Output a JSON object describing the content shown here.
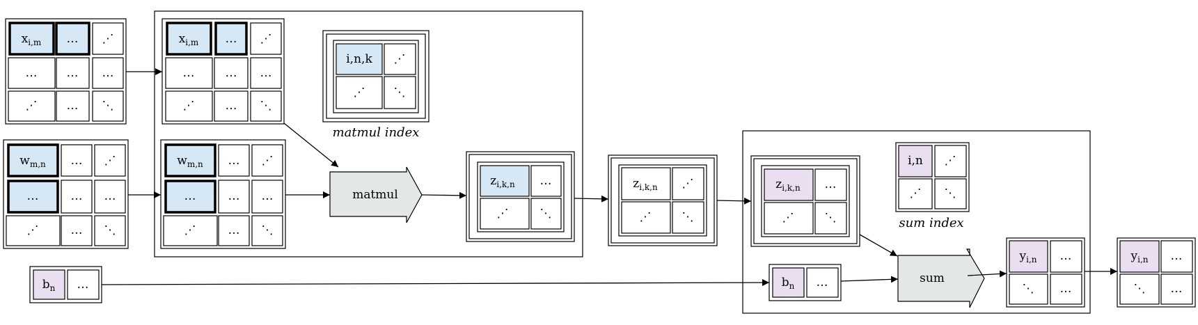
{
  "inputs": {
    "x": {
      "base": "x",
      "sub": "i,m"
    },
    "w": {
      "base": "w",
      "sub": "m,n"
    },
    "b": {
      "base": "b",
      "sub": "n"
    }
  },
  "glyphs": {
    "ellipsis": "…",
    "up_diagonal": "⋰",
    "down_diagonal": "⋱"
  },
  "matmul_block": {
    "index_label": "i,n,k",
    "caption": "matmul index",
    "op_label": "matmul",
    "output": {
      "base": "z",
      "sub": "i,k,n"
    }
  },
  "intermediate": {
    "base": "z",
    "sub": "i,k,n"
  },
  "sum_block": {
    "index_label": "i,n",
    "caption": "sum index",
    "op_label": "sum",
    "output": {
      "base": "y",
      "sub": "i,n"
    }
  },
  "final_output": {
    "base": "y",
    "sub": "i,n"
  },
  "colors": {
    "blue_highlight": "#d6e8f5",
    "purple_highlight": "#eadff0",
    "operator_fill": "#e4e7e8"
  }
}
